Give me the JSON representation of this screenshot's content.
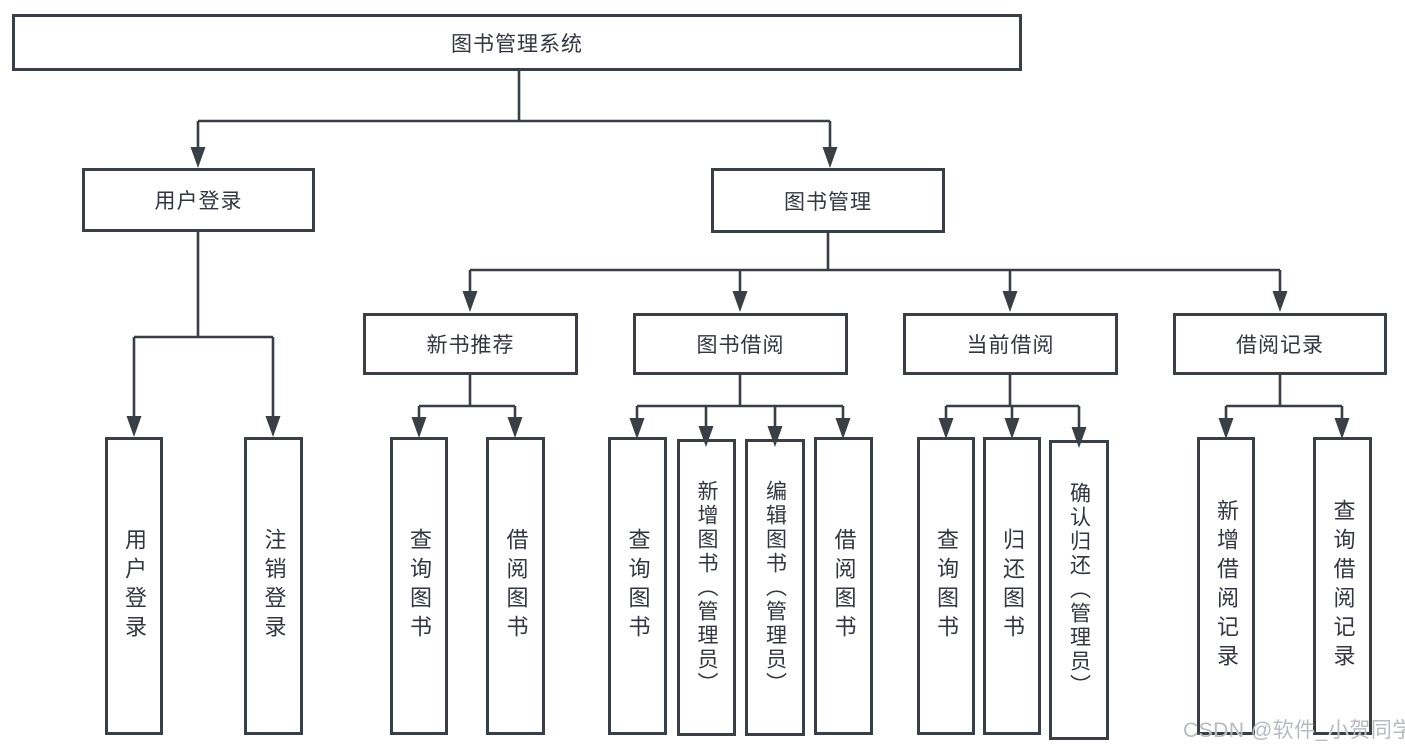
{
  "diagram": {
    "root": {
      "label": "图书管理系统"
    },
    "level2": {
      "user_login": {
        "label": "用户登录"
      },
      "book_mgmt": {
        "label": "图书管理"
      }
    },
    "level3": {
      "new_books": {
        "label": "新书推荐"
      },
      "borrowing": {
        "label": "图书借阅"
      },
      "current_borrow": {
        "label": "当前借阅"
      },
      "borrow_records": {
        "label": "借阅记录"
      }
    },
    "leaves": [
      {
        "label": "用户登录"
      },
      {
        "label": "注销登录"
      },
      {
        "label": "查询图书"
      },
      {
        "label": "借阅图书"
      },
      {
        "label": "查询图书"
      },
      {
        "label": "新增图书（管理员）"
      },
      {
        "label": "编辑图书（管理员）"
      },
      {
        "label": "借阅图书"
      },
      {
        "label": "查询图书"
      },
      {
        "label": "归还图书"
      },
      {
        "label": "确认归还（管理员）"
      },
      {
        "label": "新增借阅记录"
      },
      {
        "label": "查询借阅记录"
      }
    ]
  },
  "watermark": {
    "text": "CSDN @软件_小贺同学"
  },
  "colors": {
    "line": "#3a3e45",
    "text": "#333640",
    "watermark": "#b7bbc0",
    "background": "#ffffff"
  }
}
